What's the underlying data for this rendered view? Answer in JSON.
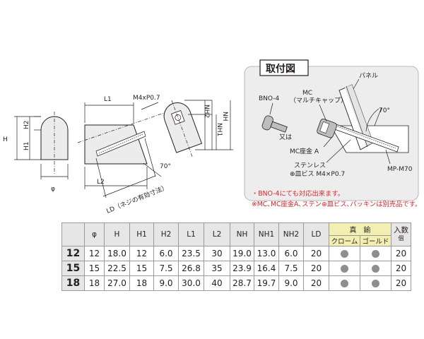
{
  "drawing": {
    "labels": {
      "H": "H",
      "H1": "H1",
      "H2": "H2",
      "phi": "φ",
      "L1": "L1",
      "L2": "L2",
      "thread": "M4xP0.7",
      "NH": "NH",
      "NH1": "NH1",
      "NH2": "NH2",
      "angle": "70°",
      "ld": "LD（ネジの有効寸法）"
    }
  },
  "install": {
    "title": "取付図",
    "panel": "パネル",
    "mc": "MC",
    "mc_sub": "（マルチキャップ）",
    "bno": "BNO-4",
    "or": "又は",
    "mc_washer": "MC座金 A",
    "angle": "70°",
    "screw1": "ステンレス",
    "screw2": "⊕皿ビス  M4×P0.7",
    "part": "MP-M70"
  },
  "notes": [
    "・BNO-4にても対応出来ます。",
    "※MC､MC座金A､ステン⊕皿ビス､パッキンは別売品です。"
  ],
  "table": {
    "headers": [
      "φ",
      "H",
      "H1",
      "H2",
      "L1",
      "L2",
      "NH",
      "NH1",
      "NH2",
      "LD"
    ],
    "finish_title": "真　鍮",
    "finish_cols": [
      "クローム",
      "ゴールド"
    ],
    "qty_title": "入数",
    "qty_unit": "個",
    "rows": [
      {
        "size": "12",
        "values": [
          "12",
          "18.0",
          "12",
          "6.0",
          "23.5",
          "30",
          "19.0",
          "13.0",
          "6.0",
          "20"
        ],
        "qty": "20"
      },
      {
        "size": "15",
        "values": [
          "15",
          "22.5",
          "15",
          "7.5",
          "26.8",
          "35",
          "23.9",
          "16.4",
          "7.5",
          "20"
        ],
        "qty": "20"
      },
      {
        "size": "18",
        "values": [
          "18",
          "27.0",
          "18",
          "9.0",
          "30.0",
          "40",
          "28.7",
          "19.7",
          "9.0",
          "20"
        ],
        "qty": "20"
      }
    ]
  },
  "colors": {
    "note_red": "#d7262b",
    "finish_yellow": "#f3efb2",
    "header_gray": "#e6e6e6",
    "panel_gray": "#ededed"
  }
}
